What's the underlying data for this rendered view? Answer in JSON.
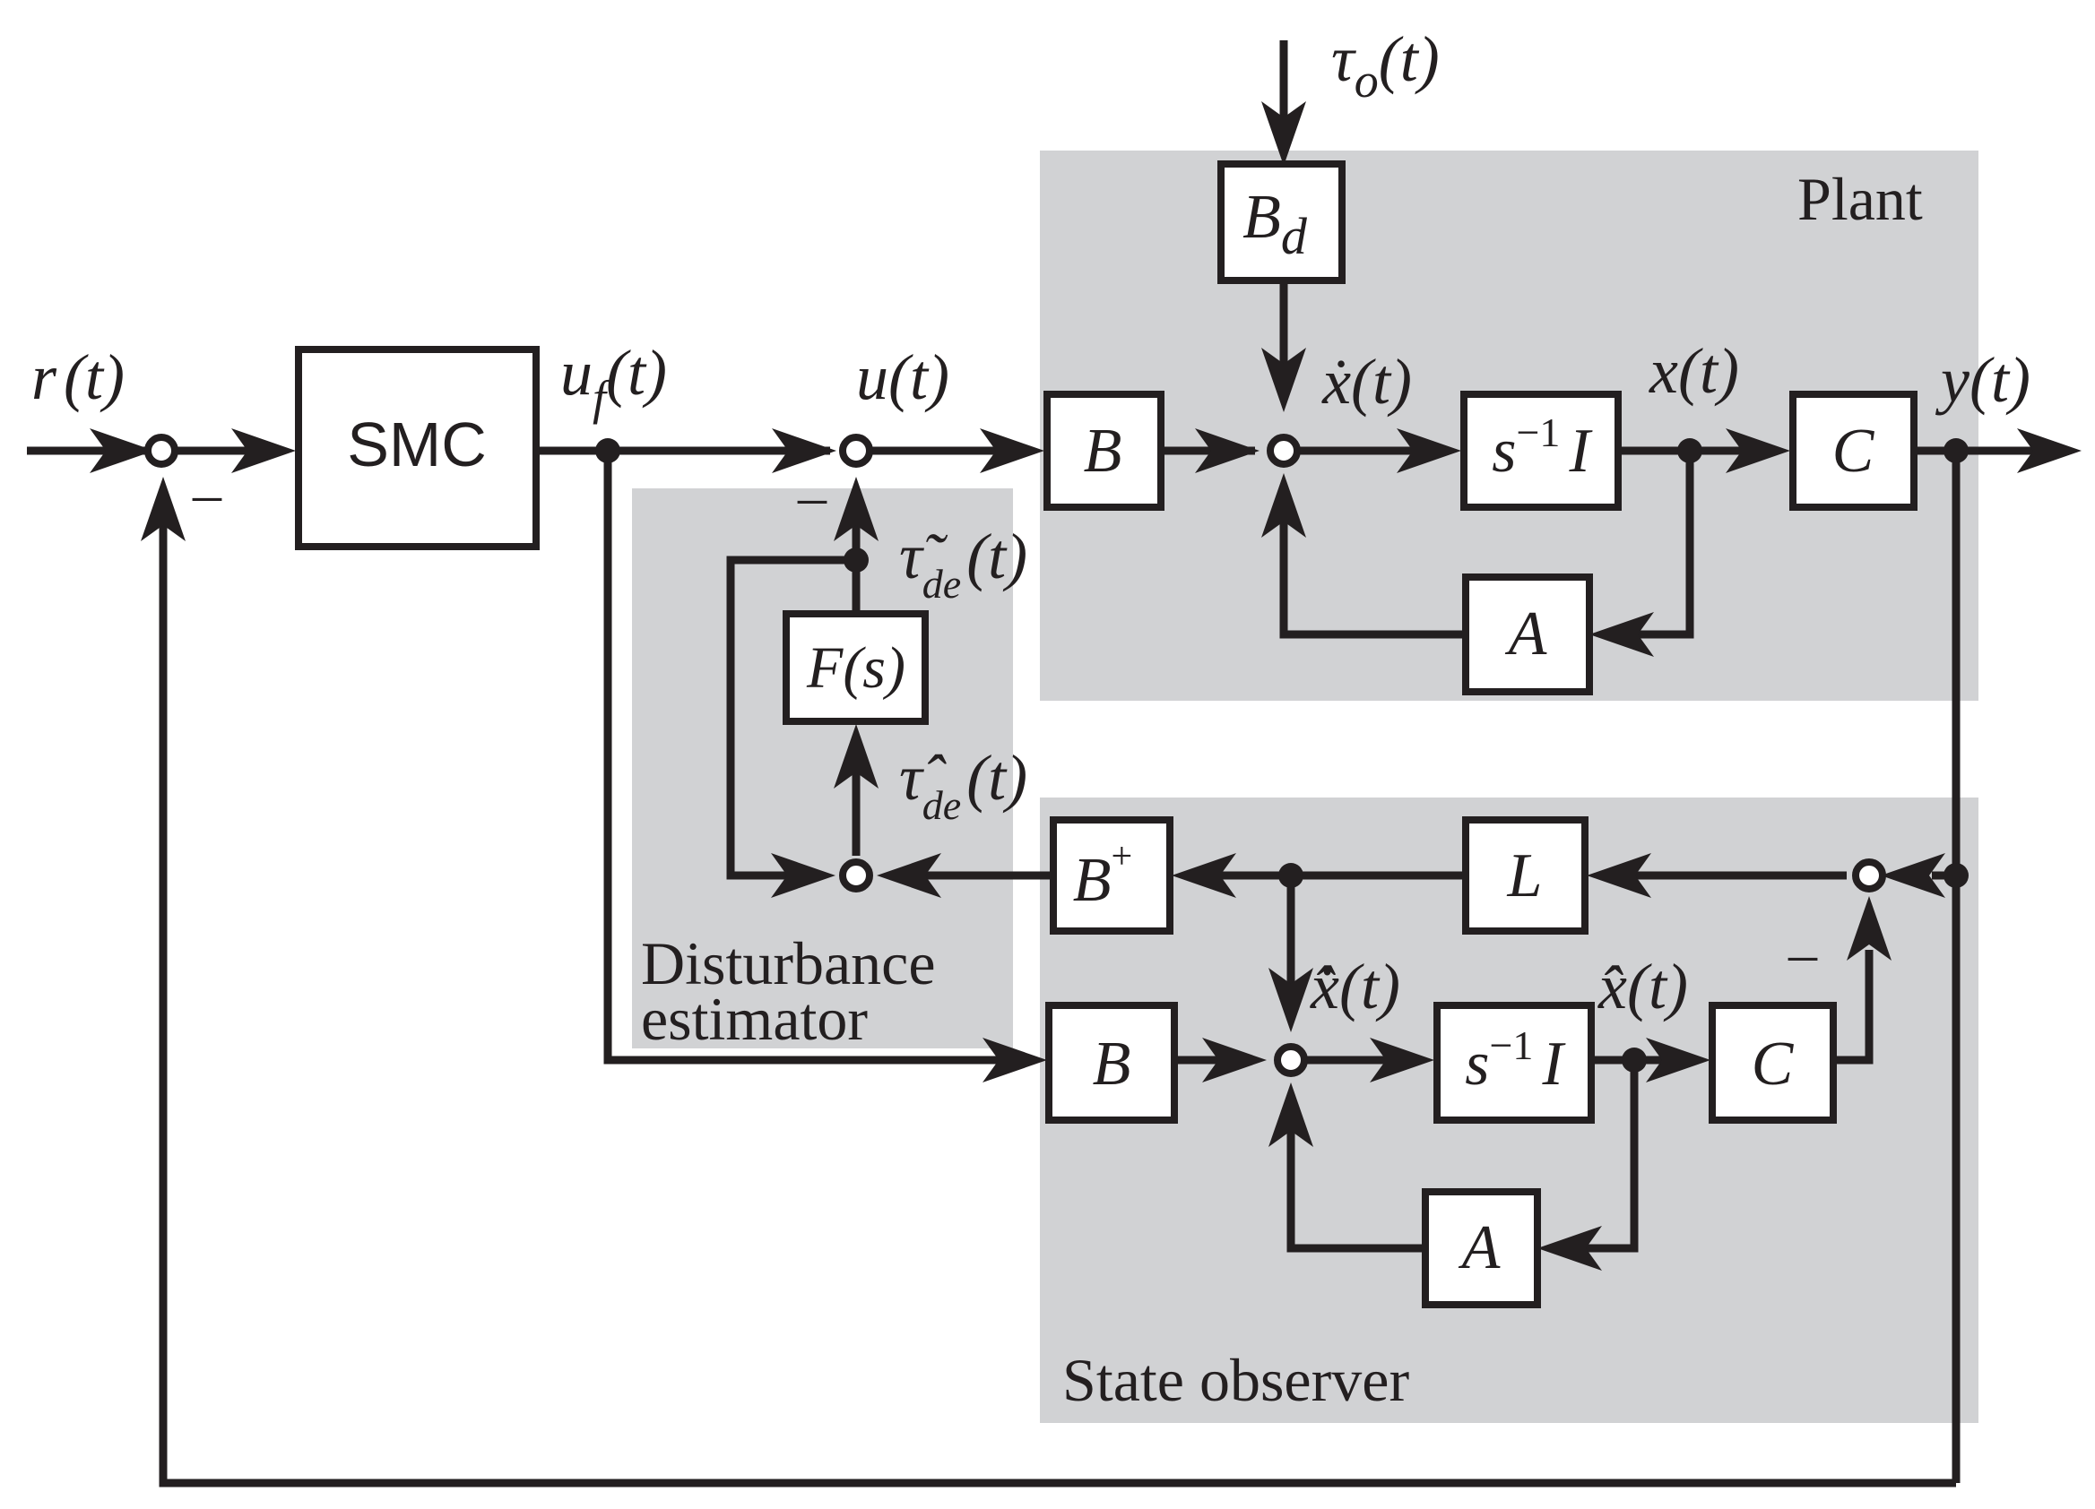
{
  "regions": {
    "plant": "Plant",
    "disturbance_line1": "Disturbance",
    "disturbance_line2": "estimator",
    "observer": "State observer"
  },
  "blocks": {
    "smc": "SMC",
    "bd_main": "B",
    "bd_sub": "d",
    "b_plant": "B",
    "integrator_plant_s": "s",
    "integrator_plant_exp": "−1",
    "integrator_plant_I": "I",
    "c_plant": "C",
    "a_plant": "A",
    "f_s": "F(s)",
    "bplus_main": "B",
    "bplus_sup": "+",
    "l_gain": "L",
    "b_obs": "B",
    "integrator_obs_s": "s",
    "integrator_obs_exp": "−1",
    "integrator_obs_I": "I",
    "c_obs": "C",
    "a_obs": "A"
  },
  "signals": {
    "r": "r",
    "r_arg": "(t)",
    "uf": "u",
    "uf_sub": "f",
    "uf_arg": "(t)",
    "u": "u",
    "u_arg": "(t)",
    "tau_o": "τ",
    "tau_o_sub": "o",
    "tau_o_arg": "(t)",
    "xdot": "ẋ",
    "xdot_arg": "(t)",
    "x": "x",
    "x_arg": "(t)",
    "y": "y",
    "y_arg": "(t)",
    "tau_tilde": "τ̃",
    "tau_tilde_sub": "de",
    "tau_tilde_arg": "(t)",
    "tau_hat": "τ̂",
    "tau_hat_sub": "de",
    "tau_hat_arg": "(t)",
    "xhatdot": "x̂̇",
    "xhatdot_arg": "(t)",
    "xhat": "x̂",
    "xhat_arg": "(t)"
  },
  "signs": {
    "minus_r": "–",
    "minus_u": "–",
    "minus_obs": "–"
  }
}
